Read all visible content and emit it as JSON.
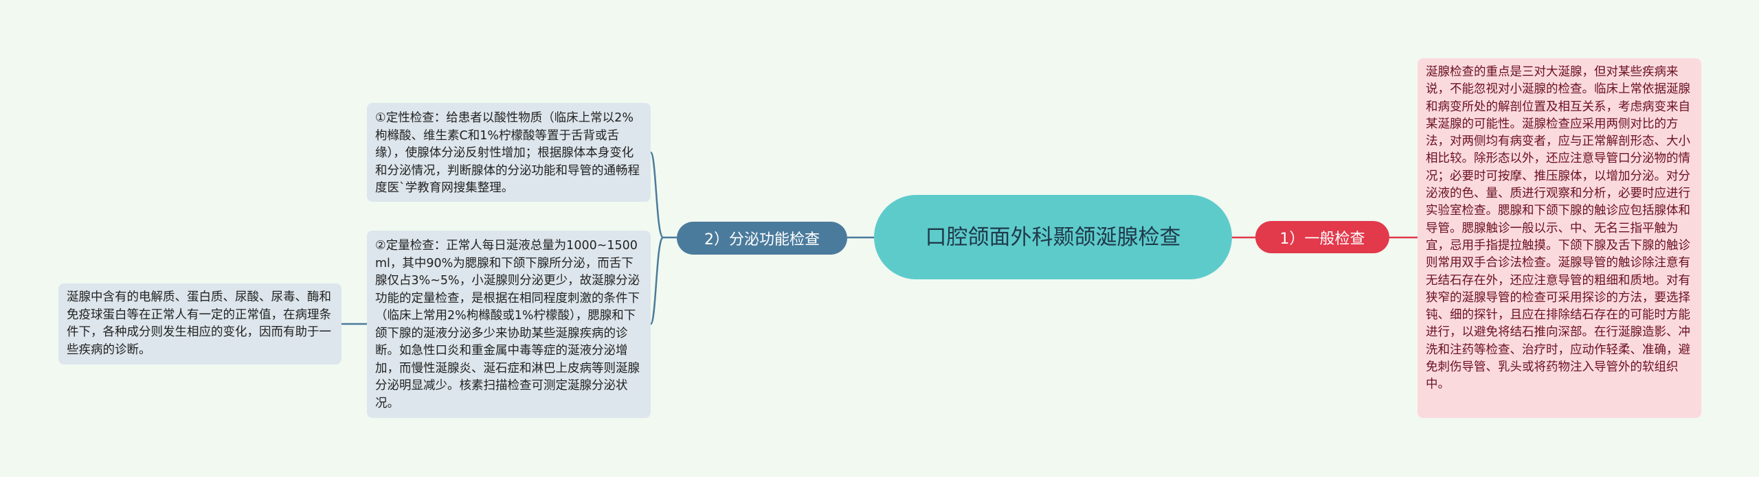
{
  "center": {
    "title": "口腔颌面外科颞颌涎腺检查"
  },
  "right_branch": {
    "label": "1）一般检查",
    "color": "#e2394b",
    "note": "涎腺检查的重点是三对大涎腺，但对某些疾病来说，不能忽视对小涎腺的检查。临床上常依据涎腺和病变所处的解剖位置及相互关系，考虑病变来自某涎腺的可能性。涎腺检查应采用两侧对比的方法，对两侧均有病变者，应与正常解剖形态、大小相比较。除形态以外，还应注意导管口分泌物的情况；必要时可按摩、推压腺体，以增加分泌。对分泌液的色、量、质进行观察和分析，必要时应进行实验室检查。腮腺和下颌下腺的触诊应包括腺体和导管。腮腺触诊一般以示、中、无名三指平触为宜，忌用手指提拉触摸。下颌下腺及舌下腺的触诊则常用双手合诊法检查。涎腺导管的触诊除注意有无结石存在外，还应注意导管的粗细和质地。对有狭窄的涎腺导管的检查可采用探诊的方法，要选择钝、细的探针，且应在排除结石存在的可能时方能进行，以避免将结石推向深部。在行涎腺造影、冲洗和注药等检查、治疗时，应动作轻柔、准确，避免刺伤导管、乳头或将药物注入导管外的软组织中。"
  },
  "left_branch": {
    "label": "2）分泌功能检查",
    "color": "#4b7b9c",
    "children": [
      "①定性检查：给患者以酸性物质（临床上常以2%枸橼酸、维生素C和1%柠檬酸等置于舌背或舌缘），使腺体分泌反射性增加；根据腺体本身变化和分泌情况，判断腺体的分泌功能和导管的通畅程度医`学教育网搜集整理。",
      "②定量检查：正常人每日涎液总量为1000~1500ml，其中90%为腮腺和下颌下腺所分泌，而舌下腺仅占3%~5%，小涎腺则分泌更少，故涎腺分泌功能的定量检查，是根据在相同程度刺激的条件下（临床上常用2%枸橼酸或1%柠檬酸），腮腺和下颌下腺的涎液分泌多少来协助某些涎腺疾病的诊断。如急性口炎和重金属中毒等症的涎液分泌增加，而慢性涎腺炎、涎石症和淋巴上皮病等则涎腺分泌明显减少。核素扫描检查可测定涎腺分泌状况。"
    ],
    "grandchild": "涎腺中含有的电解质、蛋白质、尿酸、尿毒、酶和免疫球蛋白等在正常人有一定的正常值，在病理条件下，各种成分则发生相应的变化，因而有助于一些疾病的诊断。"
  }
}
